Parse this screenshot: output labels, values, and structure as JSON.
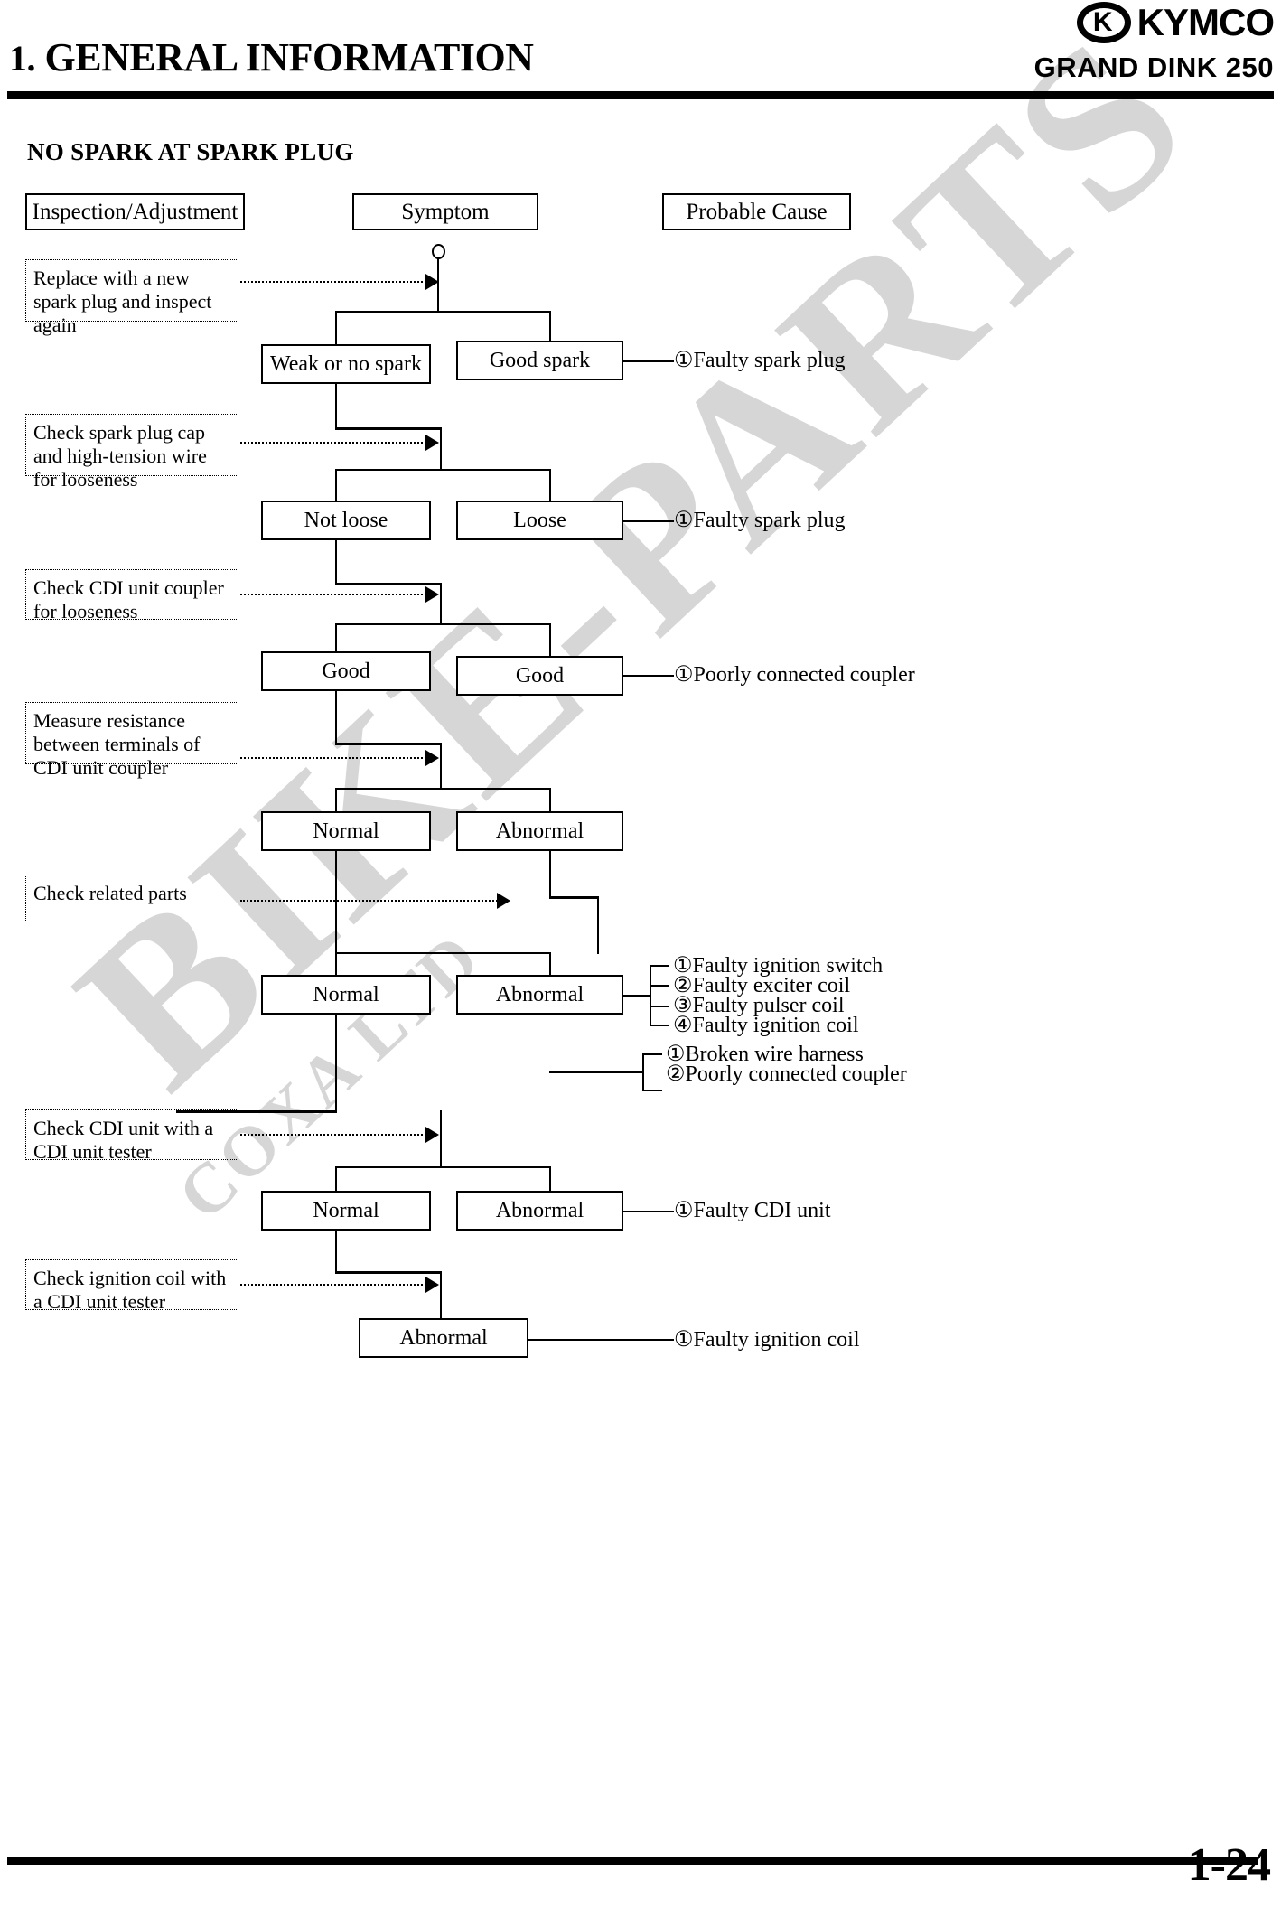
{
  "header": {
    "chapter_number": "1.",
    "chapter_title": "GENERAL INFORMATION",
    "brand": "KYMCO",
    "brand_mark_glyph": "K",
    "model": "GRAND DINK 250"
  },
  "section": {
    "heading": "NO SPARK AT SPARK PLUG"
  },
  "watermark": {
    "line1": "BIKE-PARTS",
    "line2": "COXA LTD"
  },
  "columns": {
    "inspection": "Inspection/Adjustment",
    "symptom": "Symptom",
    "cause": "Probable Cause"
  },
  "chart_data": {
    "type": "flowchart",
    "title": "NO SPARK AT SPARK PLUG",
    "columns": [
      "Inspection/Adjustment",
      "Symptom",
      "Probable Cause"
    ],
    "stages": [
      {
        "inspection": "Replace with a new spark plug and inspect again",
        "symptom_pass": "Weak or no spark",
        "symptom_fail": "Good spark",
        "causes": [
          "①Faulty spark plug"
        ]
      },
      {
        "inspection": "Check spark plug cap and high-tension wire for looseness",
        "symptom_pass": "Not loose",
        "symptom_fail": "Loose",
        "causes": [
          "①Faulty spark plug"
        ]
      },
      {
        "inspection": "Check CDI unit coupler for looseness",
        "symptom_pass": "Good",
        "symptom_fail": "Good",
        "causes": [
          "①Poorly connected coupler"
        ]
      },
      {
        "inspection": "Measure resistance between terminals of CDI unit coupler",
        "symptom_pass": "Normal",
        "symptom_fail": "Abnormal",
        "causes": []
      },
      {
        "inspection": "Check related parts",
        "symptom_pass": "Normal",
        "symptom_fail": "Abnormal",
        "causes": [
          "①Faulty ignition switch",
          "②Faulty exciter coil",
          "③Faulty pulser coil",
          "④Faulty ignition coil"
        ],
        "secondary_causes": [
          "①Broken wire harness",
          "②Poorly connected coupler"
        ]
      },
      {
        "inspection": "Check CDI unit with a CDI unit tester",
        "symptom_pass": "Normal",
        "symptom_fail": "Abnormal",
        "causes": [
          "①Faulty CDI unit"
        ]
      },
      {
        "inspection": "Check ignition coil with a CDI unit tester",
        "symptom_pass": "",
        "symptom_fail": "Abnormal",
        "causes": [
          "①Faulty ignition coil"
        ]
      }
    ]
  },
  "footer": {
    "page_number": "1-24"
  }
}
